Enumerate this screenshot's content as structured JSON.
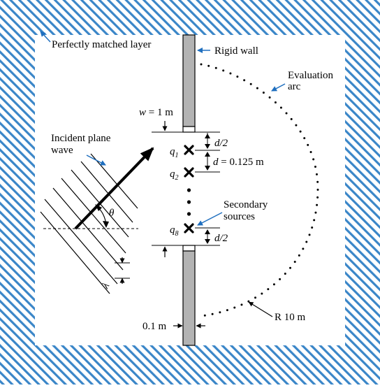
{
  "labels": {
    "pml": "Perfectly matched layer",
    "rigid_wall": "Rigid wall",
    "evaluation": "Evaluation",
    "arc": "arc",
    "incident_line1": "Incident plane",
    "incident_line2": "wave",
    "secondary_line1": "Secondary",
    "secondary_line2": "sources",
    "radius": "R 10 m",
    "wall_thickness": "0.1 m",
    "half_spacing_top": "d/2",
    "half_spacing_bottom": "d/2",
    "spacing_symbol": "d",
    "spacing_value": " = 0.125 m",
    "width_symbol": "w",
    "width_value": " = 1 m",
    "theta": "θ",
    "lambda": "λ",
    "q1_base": "q",
    "q1_sub": "1",
    "q2_base": "q",
    "q2_sub": "2",
    "q8_base": "q",
    "q8_sub": "8"
  },
  "colors": {
    "pml_hatch": "#3a86c8",
    "wall_fill": "#b3b3b3",
    "callout_arrow": "#1f6fbf",
    "ink": "#000000"
  }
}
